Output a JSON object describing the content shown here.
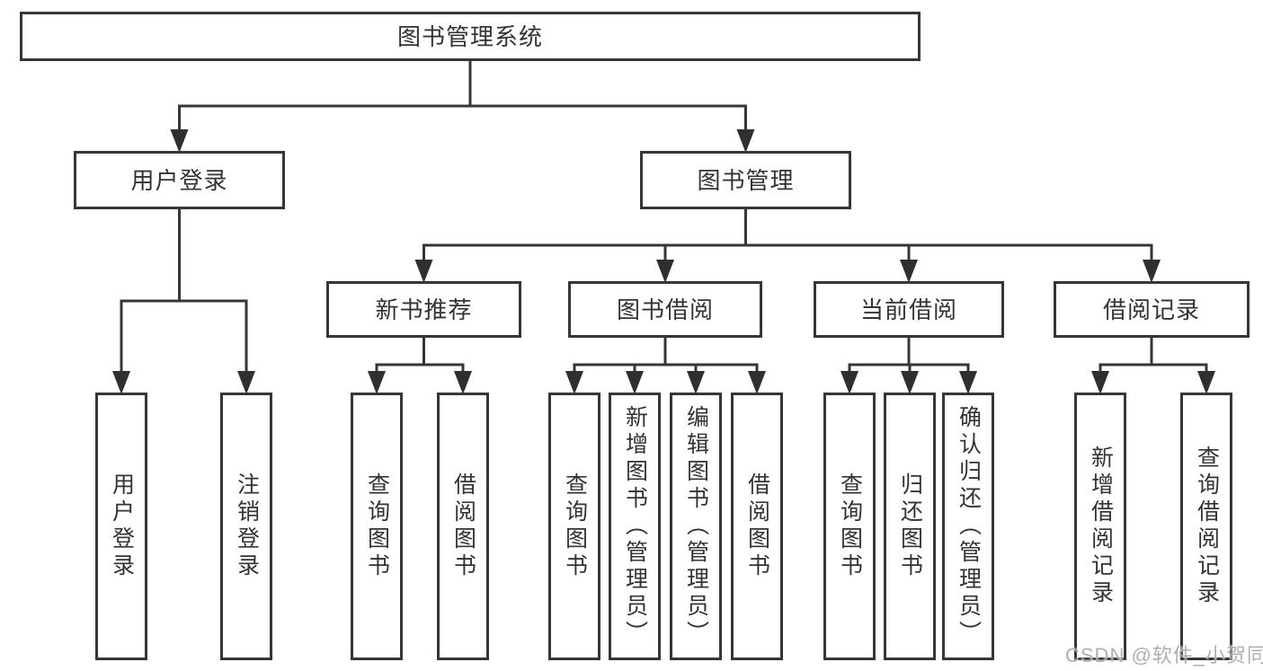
{
  "diagram": {
    "title": "图书管理系统",
    "watermark": "CSDN @软件_小贺同学",
    "colors": {
      "line": "#363636",
      "arrow": "#2f2f2f",
      "text": "#333333",
      "box_background": "#ffffff",
      "page_background": "#ffffff",
      "watermark": "#a8a8a8"
    },
    "nodes": [
      {
        "id": "root",
        "label": "图书管理系统",
        "orientation": "horizontal",
        "parent": null
      },
      {
        "id": "user-login-group",
        "label": "用户登录",
        "orientation": "horizontal",
        "parent": "root"
      },
      {
        "id": "book-mgmt",
        "label": "图书管理",
        "orientation": "horizontal",
        "parent": "root"
      },
      {
        "id": "user-login",
        "label": "用户登录",
        "orientation": "vertical",
        "parent": "user-login-group"
      },
      {
        "id": "logout",
        "label": "注销登录",
        "orientation": "vertical",
        "parent": "user-login-group"
      },
      {
        "id": "new-book-rec",
        "label": "新书推荐",
        "orientation": "horizontal",
        "parent": "book-mgmt"
      },
      {
        "id": "book-borrow",
        "label": "图书借阅",
        "orientation": "horizontal",
        "parent": "book-mgmt"
      },
      {
        "id": "current-borrow",
        "label": "当前借阅",
        "orientation": "horizontal",
        "parent": "book-mgmt"
      },
      {
        "id": "borrow-records",
        "label": "借阅记录",
        "orientation": "horizontal",
        "parent": "book-mgmt"
      },
      {
        "id": "rec-query-book",
        "label": "查询图书",
        "orientation": "vertical",
        "parent": "new-book-rec"
      },
      {
        "id": "rec-borrow-book",
        "label": "借阅图书",
        "orientation": "vertical",
        "parent": "new-book-rec"
      },
      {
        "id": "bb-query-book",
        "label": "查询图书",
        "orientation": "vertical",
        "parent": "book-borrow"
      },
      {
        "id": "bb-add-book",
        "label": "新增图书（管理员）",
        "orientation": "vertical",
        "parent": "book-borrow"
      },
      {
        "id": "bb-edit-book",
        "label": "编辑图书（管理员）",
        "orientation": "vertical",
        "parent": "book-borrow"
      },
      {
        "id": "bb-borrow-book",
        "label": "借阅图书",
        "orientation": "vertical",
        "parent": "book-borrow"
      },
      {
        "id": "cb-query-book",
        "label": "查询图书",
        "orientation": "vertical",
        "parent": "current-borrow"
      },
      {
        "id": "cb-return-book",
        "label": "归还图书",
        "orientation": "vertical",
        "parent": "current-borrow"
      },
      {
        "id": "cb-confirm-return",
        "label": "确认归还（管理员）",
        "orientation": "vertical",
        "parent": "current-borrow"
      },
      {
        "id": "br-add-record",
        "label": "新增借阅记录",
        "orientation": "vertical",
        "parent": "borrow-records"
      },
      {
        "id": "br-query-record",
        "label": "查询借阅记录",
        "orientation": "vertical",
        "parent": "borrow-records"
      }
    ]
  }
}
